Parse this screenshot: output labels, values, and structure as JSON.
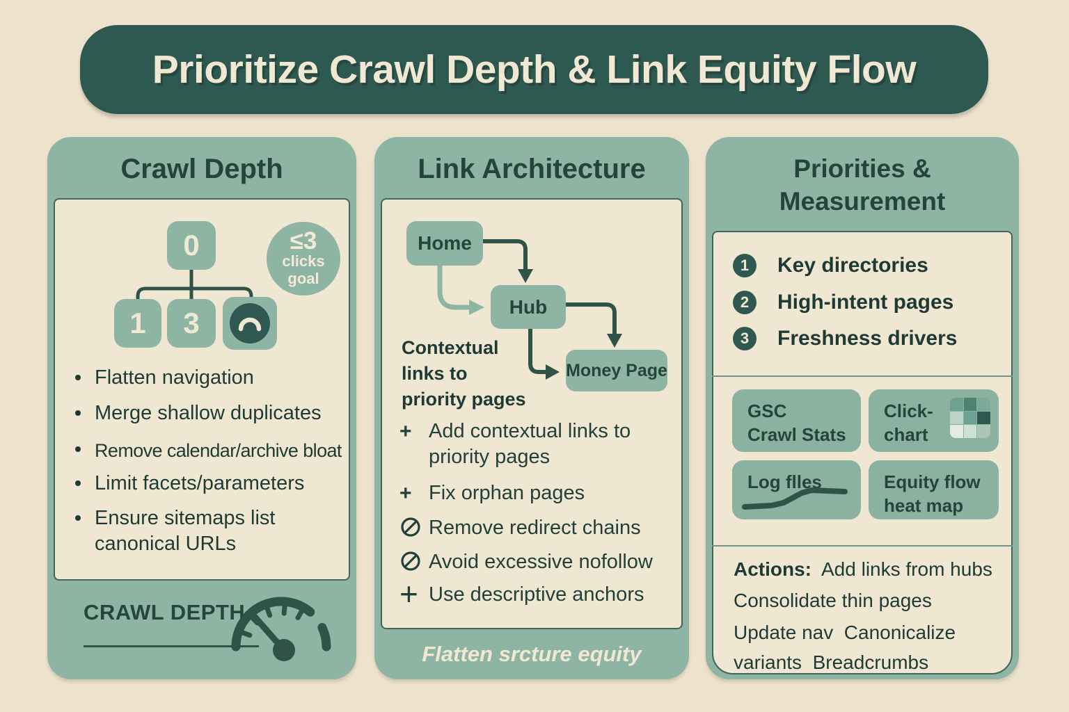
{
  "banner": {
    "title": "Prioritize Crawl Depth & Link Equity Flow"
  },
  "colors": {
    "page_bg": "#EDE3CD",
    "banner_bg": "#2E5951",
    "banner_text": "#F0E8D3",
    "card_sage": "#8EB4A4",
    "body_cream": "#F0E7D3",
    "dark_teal": "#2F5249",
    "text_dark": "#1E3A34",
    "divider": "#6E9485"
  },
  "icons": {
    "tree_gauge_node": "mini-gauge-arc",
    "goal_badge": "circle-badge",
    "speedometer": "gauge-with-needle",
    "plus": "+",
    "plus_thin": "+",
    "no_entry": "circle-slash",
    "heatmap": "3x3-grid",
    "log_trend": "step-line"
  },
  "crawl_depth": {
    "header": "Crawl Depth",
    "tree": {
      "root": "0",
      "child1": "1",
      "child2": "3"
    },
    "badge": {
      "value": "≤3",
      "line2": "clicks",
      "line3": "goal"
    },
    "bullets": [
      {
        "text": "Flatten navigation"
      },
      {
        "text": "Merge shallow duplicates"
      },
      {
        "text": "Remove calendar/archive bloat"
      },
      {
        "text": "Limit facets/parameters"
      },
      {
        "text": "Ensure sitemaps list canonical URLs"
      }
    ],
    "footer_label": "CRAWL DEPTH"
  },
  "link_architecture": {
    "header": "Link Architecture",
    "node_home": "Home",
    "node_hub": "Hub",
    "node_money": "Money Page",
    "caption_line1": "Contextual",
    "caption_line2": "links to",
    "caption_line3": "priority pages",
    "items": [
      {
        "icon": "plus",
        "text": "Add contextual links to priority pages"
      },
      {
        "icon": "plus",
        "text": "Fix orphan pages"
      },
      {
        "icon": "no-entry",
        "text": "Remove redirect chains"
      },
      {
        "icon": "no-entry",
        "text": "Avoid excessive nofollow"
      },
      {
        "icon": "plus-thin",
        "text": "Use descriptive anchors"
      }
    ],
    "footer_label": "Flatten srcture equity"
  },
  "priorities": {
    "header_line1": "Priorities &",
    "header_line2": "Measurement",
    "numbered": [
      {
        "num": "1",
        "label": "Key directories"
      },
      {
        "num": "2",
        "label": "High-intent pages"
      },
      {
        "num": "3",
        "label": "Freshness drivers"
      }
    ],
    "tools": [
      {
        "line1": "GSC",
        "line2": "Crawl Stats"
      },
      {
        "line1": "Click-",
        "line2": "chart"
      },
      {
        "line1": "Log flles",
        "line2": ""
      },
      {
        "line1": "Equity flow",
        "line2": "heat map"
      }
    ],
    "actions_label": "Actions:",
    "actions_line1": "Add links from hubs",
    "actions_line2": "Consolidate thin pages",
    "actions_line3": "Update nav  Canonicalize",
    "actions_line4": "variants  Breadcrumbs"
  }
}
